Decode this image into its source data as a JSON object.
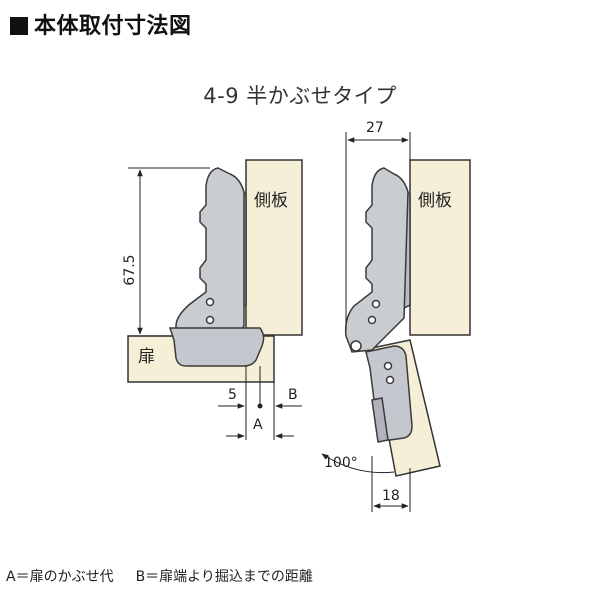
{
  "title": "本体取付寸法図",
  "subtitle": "4-9 半かぶせタイプ",
  "labels": {
    "side_panel_left": "側板",
    "side_panel_right": "側板",
    "door": "扉"
  },
  "dimensions": {
    "height": "67.5",
    "width_top": "27",
    "dim_5": "5",
    "dim_B": "B",
    "dim_A": "A",
    "angle": "100°",
    "dim_18": "18"
  },
  "footnote": {
    "a": "A＝扉のかぶせ代",
    "b": "B＝扉端より掘込までの距離"
  },
  "colors": {
    "panel": "#f6efd8",
    "hinge_fill": "#c9cdd2",
    "hinge_stroke": "#3a3a3a",
    "line": "#222222"
  }
}
